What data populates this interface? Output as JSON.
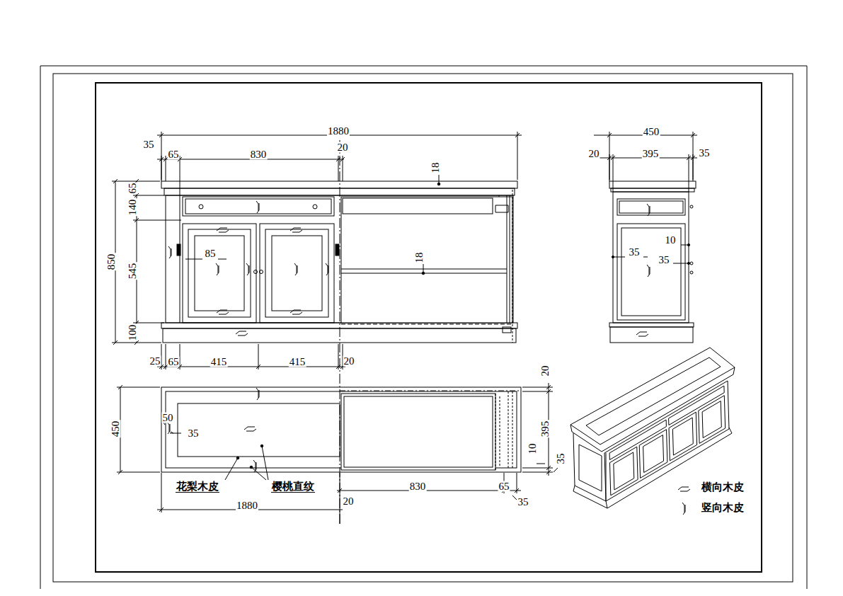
{
  "diagram": {
    "labels": [
      "1880",
      "35",
      "65",
      "830",
      "20",
      "18",
      "65",
      "140",
      "545",
      "100",
      "850",
      "85",
      "18",
      "25",
      "65",
      "415",
      "415",
      "20",
      "450",
      "20",
      "395",
      "35",
      "10",
      "35",
      "35",
      "450",
      "50",
      "35",
      "花梨木皮",
      "樱桃直纹",
      "1880",
      "830",
      "65",
      "20",
      "35",
      "20",
      "395",
      "10",
      "35"
    ],
    "legend": [
      {
        "text": "横向木皮"
      },
      {
        "text": "竖向木皮"
      }
    ]
  }
}
